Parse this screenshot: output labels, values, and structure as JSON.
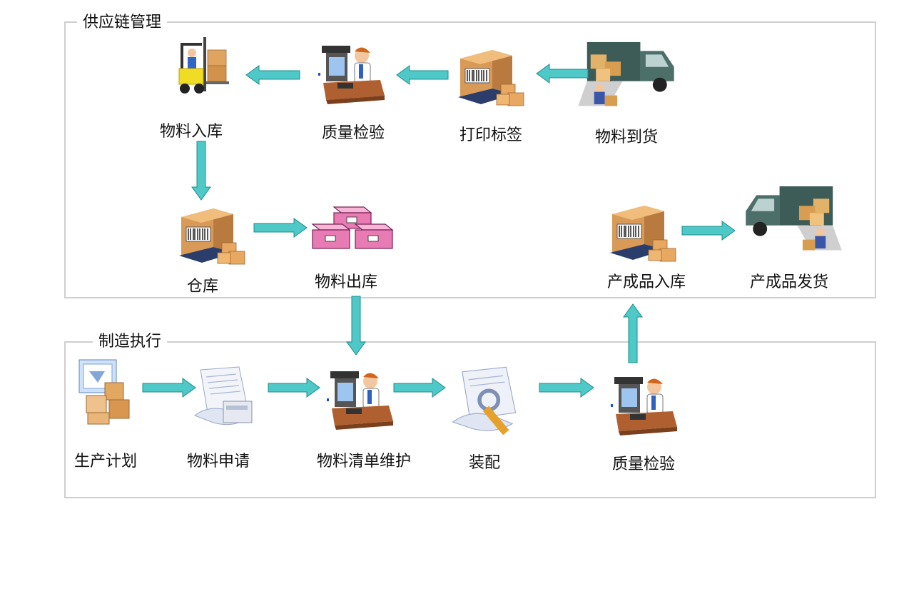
{
  "groups": {
    "supply_chain": "供应链管理",
    "manufacturing": "制造执行"
  },
  "nodes": {
    "material_in": "物料入库",
    "qc_top": "质量检验",
    "print_label": "打印标签",
    "material_arrival": "物料到货",
    "warehouse": "仓库",
    "material_out": "物料出库",
    "product_in": "产成品入库",
    "product_ship": "产成品发货",
    "production_plan": "生产计划",
    "material_request": "物料申请",
    "bom_maintain": "物料清单维护",
    "assembly": "装配",
    "qc_bottom": "质量检验"
  },
  "colors": {
    "arrow_fill": "#4fc8c8",
    "arrow_stroke": "#1e8c8c",
    "frame": "#cfcfcf"
  }
}
